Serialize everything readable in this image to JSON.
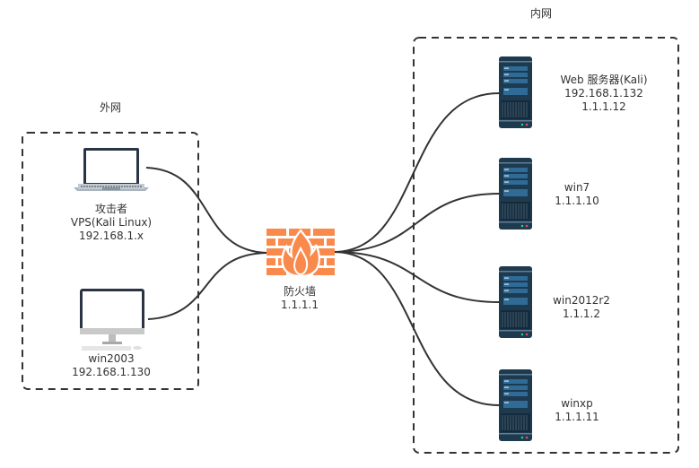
{
  "zones": {
    "external": {
      "title": "外网"
    },
    "internal": {
      "title": "内网"
    }
  },
  "nodes": {
    "attacker": {
      "icon": "laptop-icon",
      "lines": [
        "攻击者",
        "VPS(Kali Linux)",
        "192.168.1.x"
      ]
    },
    "win2003": {
      "icon": "desktop-monitor-icon",
      "lines": [
        "win2003",
        "192.168.1.130"
      ]
    },
    "firewall": {
      "icon": "firewall-icon",
      "lines": [
        "防火墙",
        "1.1.1.1"
      ]
    },
    "web_server": {
      "icon": "server-icon",
      "lines": [
        "Web 服务器(Kali)",
        "192.168.1.132",
        "1.1.1.12"
      ]
    },
    "win7": {
      "icon": "server-icon",
      "lines": [
        "win7",
        "1.1.1.10"
      ]
    },
    "win2012r2": {
      "icon": "server-icon",
      "lines": [
        "win2012r2",
        "1.1.1.2"
      ]
    },
    "winxp": {
      "icon": "server-icon",
      "lines": [
        "winxp",
        "1.1.1.11"
      ]
    }
  },
  "connections": [
    {
      "from": "attacker",
      "to": "firewall"
    },
    {
      "from": "win2003",
      "to": "firewall"
    },
    {
      "from": "firewall",
      "to": "web_server"
    },
    {
      "from": "firewall",
      "to": "win7"
    },
    {
      "from": "firewall",
      "to": "win2012r2"
    },
    {
      "from": "firewall",
      "to": "winxp"
    }
  ],
  "colors": {
    "firewall": "#fa8a4c",
    "server_body": "#1e3a4f",
    "server_panel": "#2f6b96",
    "line": "#333333",
    "zone_border": "#333333"
  }
}
